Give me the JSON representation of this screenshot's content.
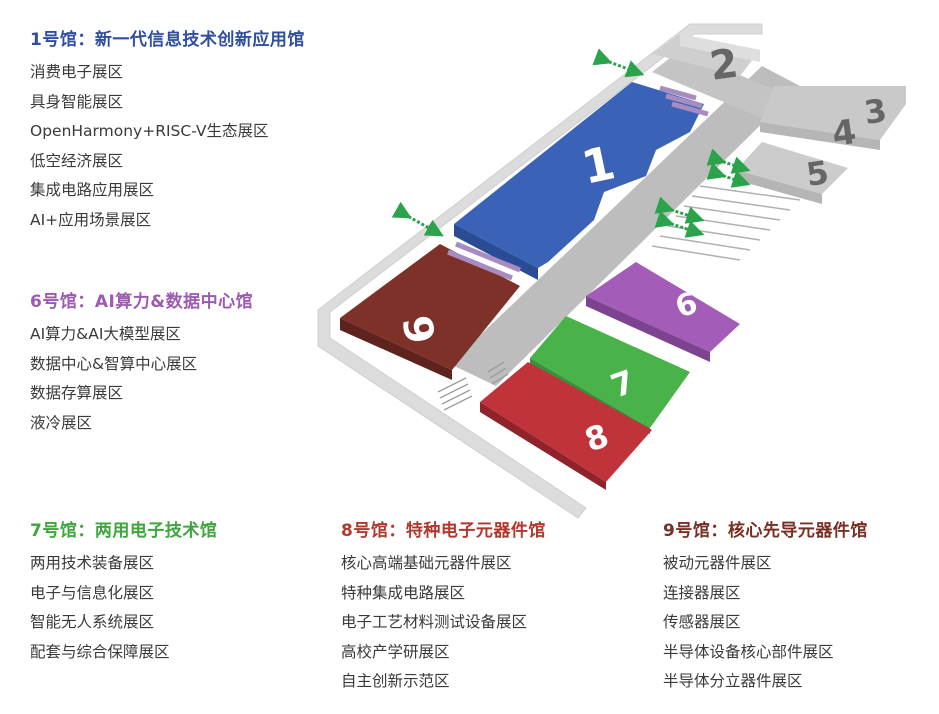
{
  "colors": {
    "hall1": "#3a63b8",
    "hall6": "#a35cb7",
    "hall7": "#49b249",
    "hall8": "#c0333a",
    "hall9": "#7e3128",
    "hall_gray": "#c9c9c9",
    "title1": "#2f4f9e",
    "title6": "#9c5ab1",
    "title7": "#3fa53f",
    "title8": "#b0382d",
    "title9": "#7a2f24",
    "arrow": "#2aa34a"
  },
  "map": {
    "hall_labels": {
      "h1": "1",
      "h2": "2",
      "h3": "3",
      "h4": "4",
      "h5": "5",
      "h6": "6",
      "h7": "7",
      "h8": "8",
      "h9": "9"
    },
    "icons": [
      "passage-arrow-icon"
    ]
  },
  "halls": {
    "h1": {
      "title": "1号馆：新一代信息技术创新应用馆",
      "zones": [
        "消费电子展区",
        "具身智能展区",
        "OpenHarmony+RISC-V生态展区",
        "低空经济展区",
        "集成电路应用展区",
        "AI+应用场景展区"
      ]
    },
    "h6": {
      "title": "6号馆：AI算力&数据中心馆",
      "zones": [
        "AI算力&AI大模型展区",
        "数据中心&智算中心展区",
        "数据存算展区",
        "液冷展区"
      ]
    },
    "h7": {
      "title": "7号馆：两用电子技术馆",
      "zones": [
        "两用技术装备展区",
        "电子与信息化展区",
        "智能无人系统展区",
        "配套与综合保障展区"
      ]
    },
    "h8": {
      "title": "8号馆：特种电子元器件馆",
      "zones": [
        "核心高端基础元器件展区",
        "特种集成电路展区",
        "电子工艺材料测试设备展区",
        "高校产学研展区",
        "自主创新示范区"
      ]
    },
    "h9": {
      "title": "9号馆：核心先导元器件馆",
      "zones": [
        "被动元器件展区",
        "连接器展区",
        "传感器展区",
        "半导体设备核心部件展区",
        "半导体分立器件展区"
      ]
    }
  }
}
